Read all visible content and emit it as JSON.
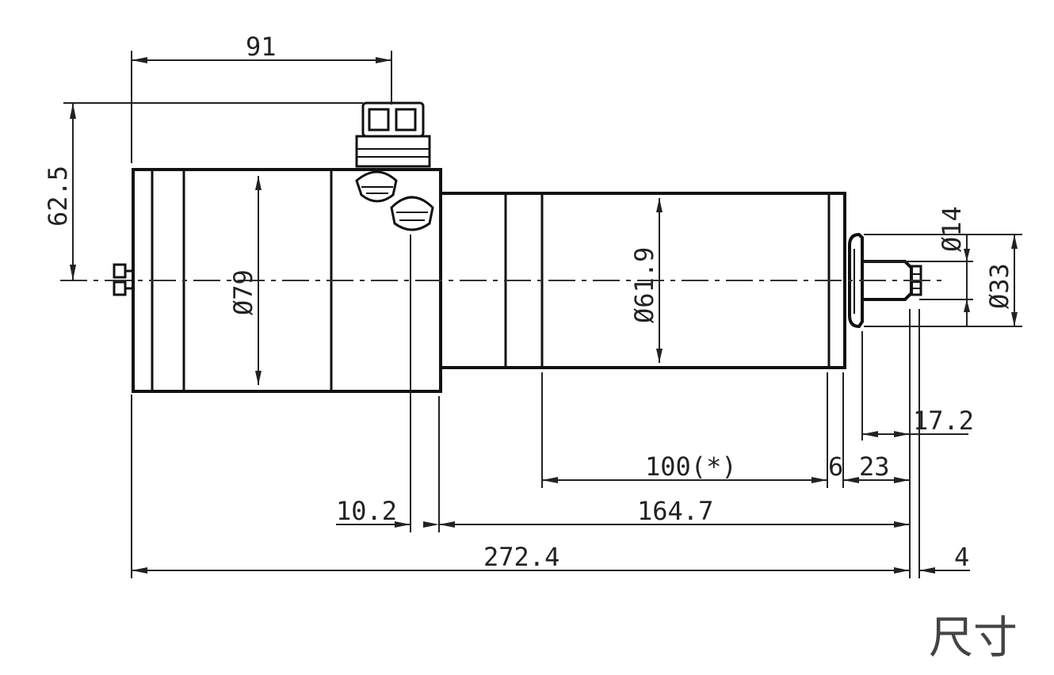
{
  "dimensions": {
    "top_width": "91",
    "height_offset": "62.5",
    "body_diameter": "Ø79",
    "nose_diameter": "Ø61.9",
    "shaft_diameter": "Ø14",
    "flange_diameter": "Ø33",
    "shaft_length": "17.2",
    "nose_length": "100(*)",
    "gap_small": "6",
    "tip_length": "23",
    "connector_offset": "10.2",
    "front_length": "164.7",
    "overall_length": "272.4",
    "end_offset": "4"
  },
  "caption": "尺寸",
  "colors": {
    "line": "#111111",
    "background": "#ffffff"
  }
}
